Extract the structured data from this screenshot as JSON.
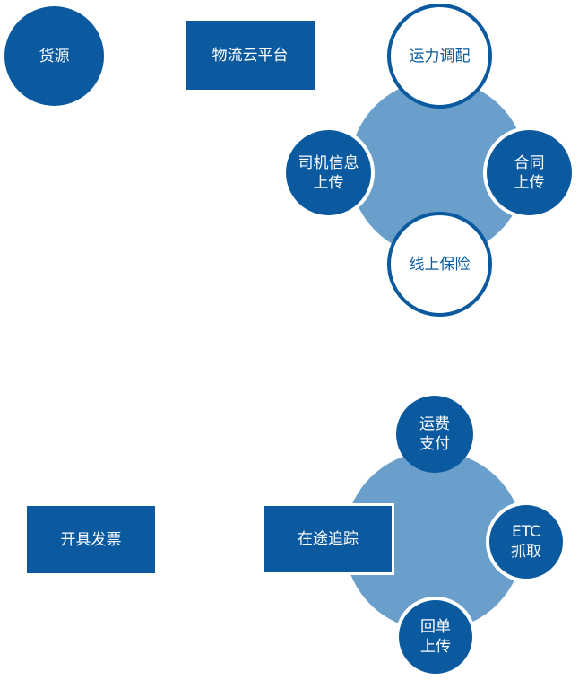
{
  "colors": {
    "dark_blue": "#0b5aa0",
    "light_blue": "#6a9fcb",
    "white": "#ffffff"
  },
  "top": {
    "source": "货源",
    "platform": "物流云平台",
    "cluster": {
      "top": "运力调配",
      "left": "司机信息\n上传",
      "right": "合同\n上传",
      "bottom": "线上保险"
    }
  },
  "bottom": {
    "invoice": "开具发票",
    "tracking": "在途追踪",
    "cluster": {
      "top": "运费\n支付",
      "right": "ETC\n抓取",
      "bottom": "回单\n上传"
    }
  }
}
